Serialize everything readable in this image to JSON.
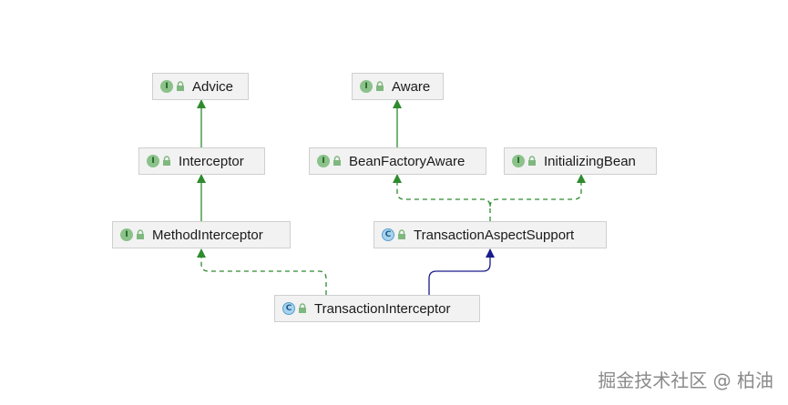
{
  "nodes": {
    "advice": {
      "label": "Advice",
      "kind": "interface",
      "badge": "I"
    },
    "aware": {
      "label": "Aware",
      "kind": "interface",
      "badge": "I"
    },
    "interceptor": {
      "label": "Interceptor",
      "kind": "interface",
      "badge": "I"
    },
    "bean_factory_aware": {
      "label": "BeanFactoryAware",
      "kind": "interface",
      "badge": "I"
    },
    "initializing_bean": {
      "label": "InitializingBean",
      "kind": "interface",
      "badge": "I"
    },
    "method_interceptor": {
      "label": "MethodInterceptor",
      "kind": "interface",
      "badge": "I"
    },
    "transaction_aspect_support": {
      "label": "TransactionAspectSupport",
      "kind": "class",
      "badge": "C"
    },
    "transaction_interceptor": {
      "label": "TransactionInterceptor",
      "kind": "class",
      "badge": "C"
    }
  },
  "edges": [
    {
      "from": "interceptor",
      "to": "advice",
      "type": "extends"
    },
    {
      "from": "method_interceptor",
      "to": "interceptor",
      "type": "extends"
    },
    {
      "from": "bean_factory_aware",
      "to": "aware",
      "type": "extends"
    },
    {
      "from": "transaction_aspect_support",
      "to": "bean_factory_aware",
      "type": "implements"
    },
    {
      "from": "transaction_aspect_support",
      "to": "initializing_bean",
      "type": "implements"
    },
    {
      "from": "transaction_interceptor",
      "to": "method_interceptor",
      "type": "implements"
    },
    {
      "from": "transaction_interceptor",
      "to": "transaction_aspect_support",
      "type": "class-extends"
    }
  ],
  "colors": {
    "interface_edge": "#2e8b2e",
    "class_edge": "#1a1a8c",
    "node_bg": "#f2f2f2",
    "node_border": "#cfcfcf",
    "lock": "#7fb87f"
  },
  "watermark": "掘金技术社区 @ 柏油"
}
